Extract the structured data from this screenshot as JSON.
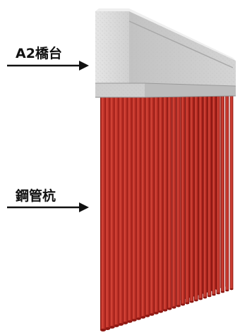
{
  "labels": {
    "abutment": "A2橋台",
    "piles": "鋼管杭",
    "top_cropped_left": "",
    "top_cropped_right": ""
  },
  "colors": {
    "pile_red": "#b3241d",
    "pile_highlight": "#d9473a",
    "pile_shadow": "#7a120d",
    "concrete_light": "#dedede",
    "concrete_mid": "#c4c4c4",
    "concrete_dark": "#a9a9a9",
    "arrow": "#111111"
  },
  "pile_count": 30
}
